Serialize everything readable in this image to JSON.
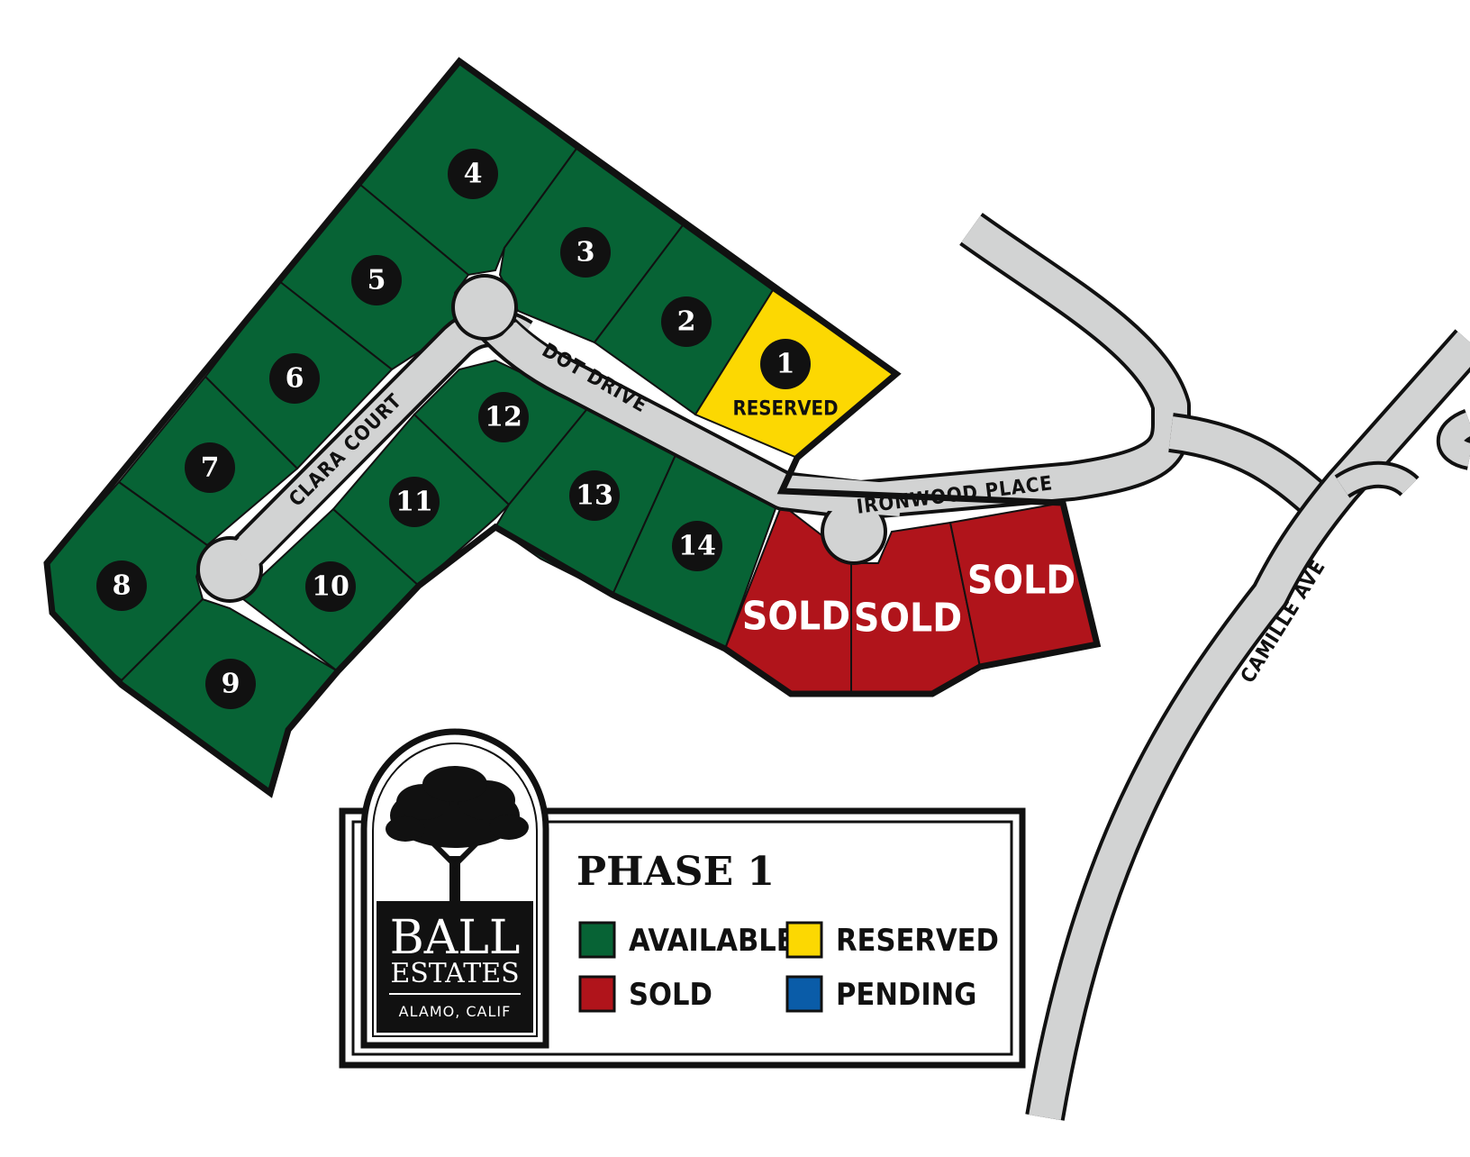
{
  "colors": {
    "available": "#076335",
    "sold": "#b0141b",
    "reserved": "#fcd802",
    "pending": "#0a5ca8",
    "road": "#d2d3d3",
    "outline": "#111111"
  },
  "streets": {
    "clara_court": "CLARA COURT",
    "dot_drive": "DOT DRIVE",
    "ironwood_place": "IRONWOOD PLACE",
    "camille_ave": "CAMILLE AVE"
  },
  "lots": [
    {
      "number": "1",
      "status": "reserved",
      "label": "RESERVED"
    },
    {
      "number": "2",
      "status": "available"
    },
    {
      "number": "3",
      "status": "available"
    },
    {
      "number": "4",
      "status": "available"
    },
    {
      "number": "5",
      "status": "available"
    },
    {
      "number": "6",
      "status": "available"
    },
    {
      "number": "7",
      "status": "available"
    },
    {
      "number": "8",
      "status": "available"
    },
    {
      "number": "9",
      "status": "available"
    },
    {
      "number": "10",
      "status": "available"
    },
    {
      "number": "11",
      "status": "available"
    },
    {
      "number": "12",
      "status": "available"
    },
    {
      "number": "13",
      "status": "available"
    },
    {
      "number": "14",
      "status": "available"
    }
  ],
  "sold_lots": [
    "SOLD",
    "SOLD",
    "SOLD"
  ],
  "logo": {
    "line1": "BALL",
    "line2": "ESTATES",
    "line3": "ALAMO, CALIF"
  },
  "legend": {
    "title": "PHASE 1",
    "items": [
      {
        "label": "AVAILABLE",
        "color": "#076335"
      },
      {
        "label": "RESERVED",
        "color": "#fcd802"
      },
      {
        "label": "SOLD",
        "color": "#b0141b"
      },
      {
        "label": "PENDING",
        "color": "#0a5ca8"
      }
    ]
  }
}
